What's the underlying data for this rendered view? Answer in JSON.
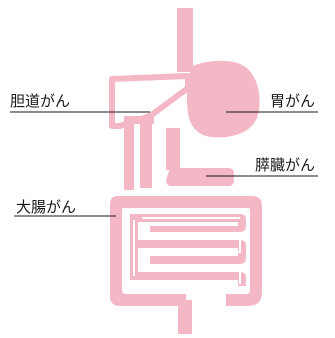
{
  "diagram": {
    "organ_color": "#f4b7c6",
    "line_color": "#1a1a1a",
    "labels": {
      "gallbladder": "胆道がん",
      "stomach": "胃がん",
      "pancreas": "膵臓がん",
      "large_intestine": "大腸がん"
    }
  }
}
